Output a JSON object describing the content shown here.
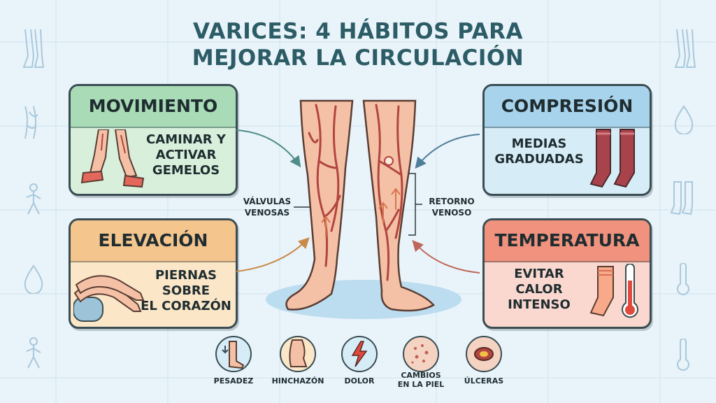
{
  "title_line1": "VARICES: 4 HÁBITOS PARA",
  "title_line2": "MEJORAR LA CIRCULACIÓN",
  "cards": {
    "movimiento": {
      "title": "MOVIMIENTO",
      "text": "CAMINAR Y\nACTIVAR\nGEMELOS",
      "icon": "walking-legs-icon"
    },
    "compresion": {
      "title": "COMPRESIÓN",
      "text": "MEDIAS\nGRADUADAS",
      "icon": "compression-socks-icon"
    },
    "elevacion": {
      "title": "ELEVACIÓN",
      "text": "PIERNAS\nSOBRE\nEL CORAZÓN",
      "icon": "elevated-legs-icon"
    },
    "temperatura": {
      "title": "TEMPERATURA",
      "text": "EVITAR\nCALOR\nINTENSO",
      "icon": "sock-thermometer-icon"
    }
  },
  "diagram_labels": {
    "valvulas": "VÁLVULAS\nVENOSAS",
    "retorno": "RETORNO\nVENOSO"
  },
  "symptoms": [
    {
      "label": "PESADEZ",
      "icon": "heavy-leg-icon"
    },
    {
      "label": "HINCHAZÓN",
      "icon": "swollen-leg-icon"
    },
    {
      "label": "DOLOR",
      "icon": "pain-lightning-icon"
    },
    {
      "label": "CAMBIOS\nEN LA PIEL",
      "icon": "skin-changes-icon"
    },
    {
      "label": "ÚLCERAS",
      "icon": "ulcer-icon"
    }
  ],
  "colors": {
    "background": "#e9f3fa",
    "title": "#2c5c66",
    "movimiento": "#a9dbb6",
    "compresion": "#a8d3ec",
    "elevacion": "#f5c58e",
    "temperatura": "#f0927d",
    "skin": "#f4c1a6",
    "vein": "#b2453f"
  }
}
